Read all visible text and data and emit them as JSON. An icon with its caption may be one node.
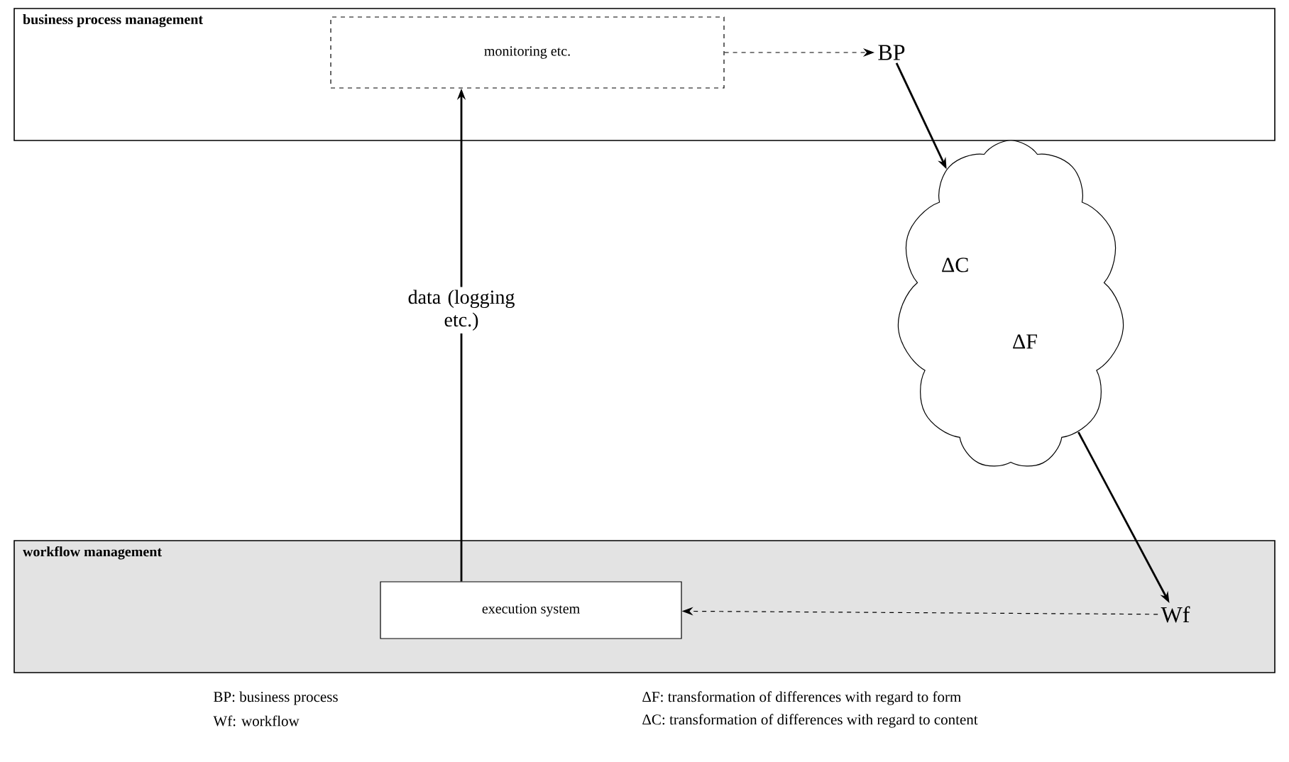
{
  "diagram": {
    "nodes": [
      {
        "text": [
          "business process management"
        ]
      },
      {
        "text": [
          "monitoring etc."
        ],
        "in": 0
      },
      {
        "text": [
          "BP"
        ],
        "in": 0
      },
      {
        "text": [
          "ΔC",
          "ΔF"
        ]
      },
      {
        "text": [
          "workflow management"
        ]
      },
      {
        "text": [
          "execution system"
        ],
        "in": 4
      },
      {
        "text": [
          "Wf"
        ],
        "in": 4
      }
    ],
    "edges": [
      {
        "from": 1,
        "to": 2,
        "arrow": "to",
        "style": "dashed"
      },
      {
        "from": 2,
        "to": 3,
        "arrow": "to"
      },
      {
        "from": 3,
        "to": 6,
        "arrow": "to"
      },
      {
        "from": 6,
        "to": 5,
        "arrow": "to",
        "style": "dashed"
      },
      {
        "from": 5,
        "to": 1,
        "arrow": "to",
        "label": "data (logging etc.)"
      }
    ],
    "labels": [
      "BP: business process",
      "ΔF: transformation of differences with regard to form",
      "Wf: workflow",
      "ΔC: transformation of differences with regard to content"
    ]
  }
}
